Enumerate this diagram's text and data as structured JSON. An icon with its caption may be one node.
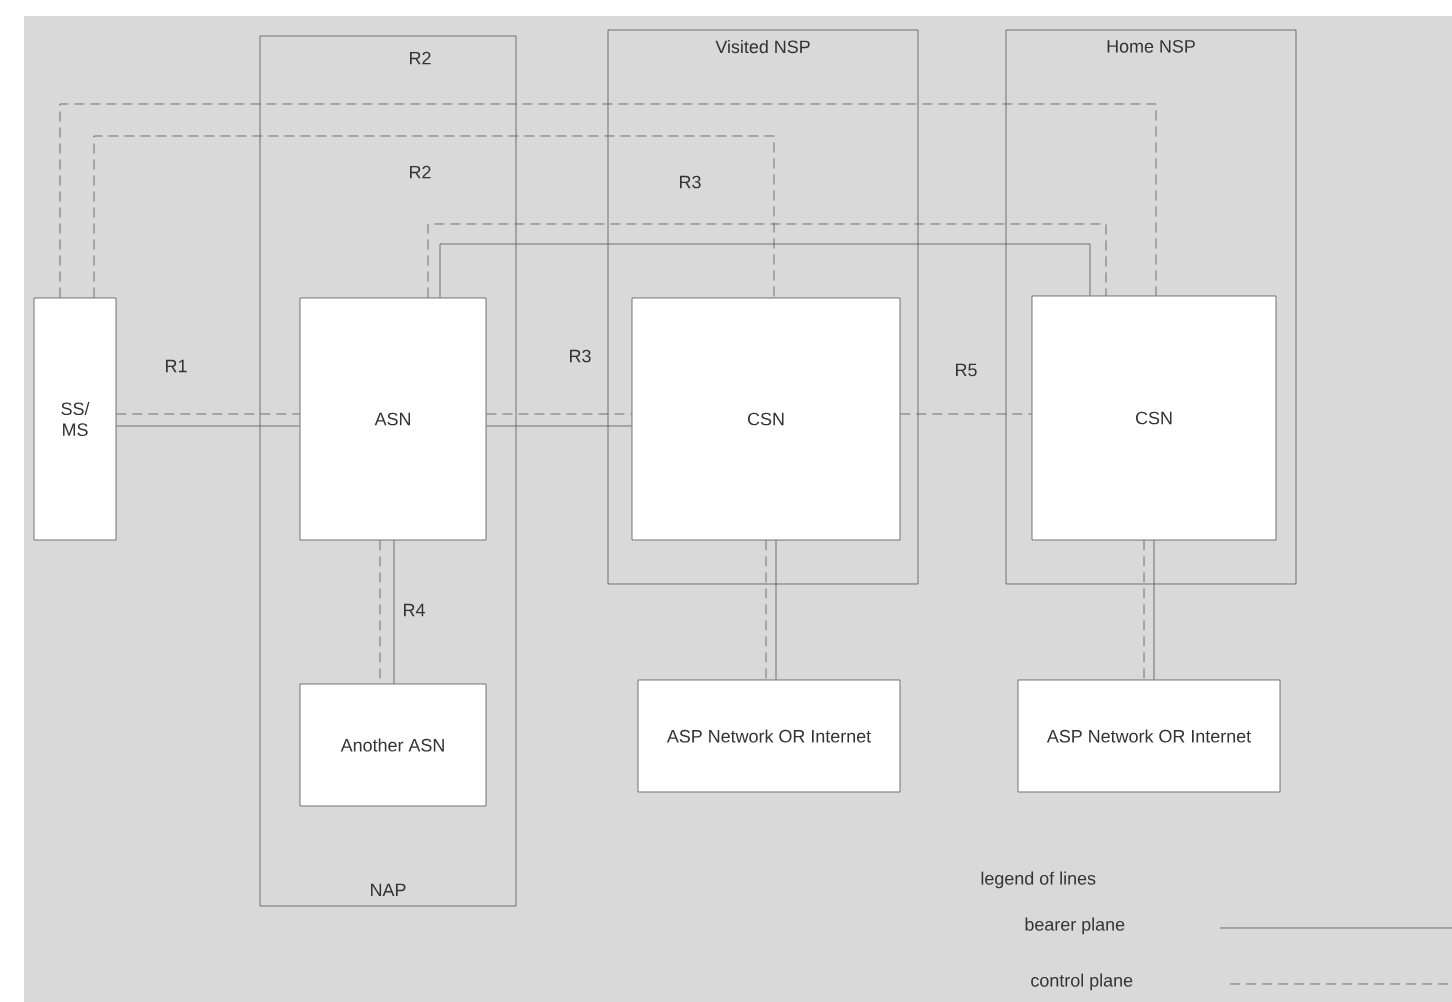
{
  "diagram": {
    "nodes": [
      {
        "text": [
          "NAP"
        ]
      },
      {
        "text": [
          "Visited NSP"
        ]
      },
      {
        "text": [
          "Home NSP"
        ]
      },
      {
        "text": [
          "SS/ MS"
        ]
      },
      {
        "text": [
          "ASN"
        ],
        "in": 0
      },
      {
        "text": [
          "CSN"
        ],
        "in": 1
      },
      {
        "text": [
          "CSN"
        ],
        "in": 2
      },
      {
        "text": [
          "Another ASN"
        ],
        "in": 0
      },
      {
        "text": [
          "ASP Network OR Internet"
        ]
      },
      {
        "text": [
          "ASP Network OR Internet"
        ]
      }
    ],
    "edges": [
      {
        "from": 3,
        "to": 4,
        "arrow": "none",
        "label": "R1"
      },
      {
        "from": 3,
        "to": 4,
        "arrow": "none",
        "style": "dashed"
      },
      {
        "from": 3,
        "to": 6,
        "arrow": "none",
        "style": "dashed",
        "label": "R2"
      },
      {
        "from": 3,
        "to": 5,
        "arrow": "none",
        "style": "dashed",
        "label": "R2"
      },
      {
        "from": 4,
        "to": 6,
        "arrow": "none",
        "style": "dashed",
        "label": "R3"
      },
      {
        "from": 4,
        "to": 6,
        "arrow": "none"
      },
      {
        "from": 4,
        "to": 5,
        "arrow": "none",
        "label": "R3"
      },
      {
        "from": 4,
        "to": 5,
        "arrow": "none",
        "style": "dashed"
      },
      {
        "from": 5,
        "to": 6,
        "arrow": "none",
        "style": "dashed",
        "label": "R5"
      },
      {
        "from": 4,
        "to": 7,
        "arrow": "none",
        "style": "dashed",
        "label": "R4"
      },
      {
        "from": 4,
        "to": 7,
        "arrow": "none"
      },
      {
        "from": 5,
        "to": 8,
        "arrow": "none",
        "style": "dashed"
      },
      {
        "from": 5,
        "to": 8,
        "arrow": "none"
      },
      {
        "from": 6,
        "to": 9,
        "arrow": "none",
        "style": "dashed"
      },
      {
        "from": 6,
        "to": 9,
        "arrow": "none"
      }
    ],
    "labels": [
      "legend of lines"
    ],
    "legend": [
      {
        "text": "bearer plane"
      },
      {
        "text": "control plane"
      }
    ]
  }
}
